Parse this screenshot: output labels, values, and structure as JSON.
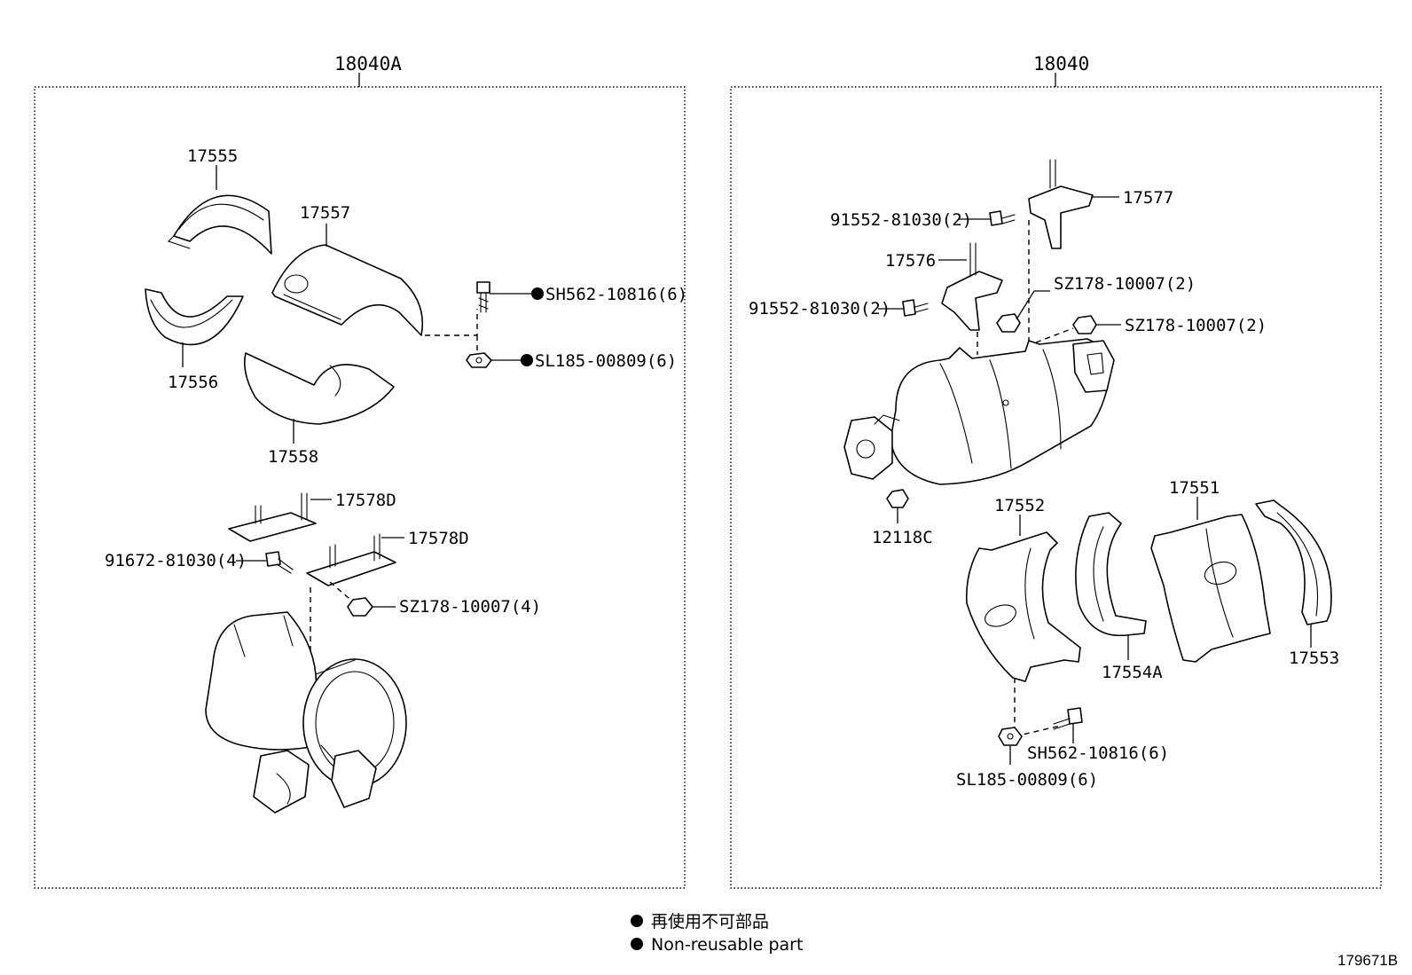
{
  "assemblies": {
    "left": {
      "label": "18040A"
    },
    "right": {
      "label": "18040"
    }
  },
  "left_parts": {
    "p17555": "17555",
    "p17557": "17557",
    "p17556": "17556",
    "p17558": "17558",
    "p17578d_a": "17578D",
    "p17578d_b": "17578D",
    "bolt_sh562": "SH562-10816(6)",
    "nut_sl185": "SL185-00809(6)",
    "bolt_91672": "91672-81030(4)",
    "nut_sz178": "SZ178-10007(4)"
  },
  "right_parts": {
    "p17577": "17577",
    "p17576": "17576",
    "bolt_91552_a": "91552-81030(2)",
    "bolt_91552_b": "91552-81030(2)",
    "nut_sz178_a": "SZ178-10007(2)",
    "nut_sz178_b": "SZ178-10007(2)",
    "p12118c": "12118C",
    "p17552": "17552",
    "p17551": "17551",
    "p17554a": "17554A",
    "p17553": "17553",
    "bolt_sh562": "SH562-10816(6)",
    "nut_sl185": "SL185-00809(6)"
  },
  "legend": {
    "jp": "再使用不可部品",
    "en": "Non-reusable part"
  },
  "figure_code": "179671B"
}
